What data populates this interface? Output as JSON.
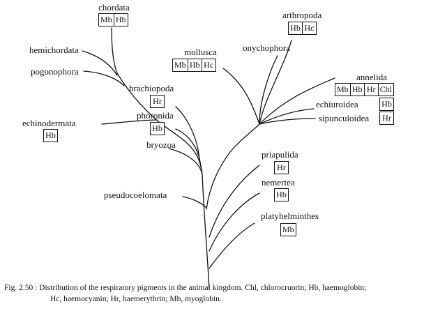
{
  "taxa": {
    "chordata": {
      "label": "chordata",
      "pigments": [
        "Mb",
        "Hb"
      ]
    },
    "hemichordata": {
      "label": "hemichordata",
      "pigments": []
    },
    "pogonophora": {
      "label": "pogonophora",
      "pigments": []
    },
    "echinodermata": {
      "label": "echinodermata",
      "pigments": [
        "Hb"
      ]
    },
    "brachiopoda": {
      "label": "brachiopoda",
      "pigments": [
        "Hr"
      ]
    },
    "phoronida": {
      "label": "phoronida",
      "pigments": [
        "Hb"
      ]
    },
    "bryozoa": {
      "label": "bryozoa",
      "pigments": []
    },
    "pseudocoelomata": {
      "label": "pseudocoelomata",
      "pigments": []
    },
    "mollusca": {
      "label": "mollusca",
      "pigments": [
        "Mb",
        "Hb",
        "Hc"
      ]
    },
    "onychophora": {
      "label": "onychophora",
      "pigments": []
    },
    "arthropoda": {
      "label": "arthropoda",
      "pigments": [
        "Hb",
        "Hc"
      ]
    },
    "annelida": {
      "label": "annelida",
      "pigments": [
        "Mb",
        "Hb",
        "Hr",
        "Chl"
      ]
    },
    "echiuroidea": {
      "label": "echiuroidea",
      "pigments": [
        "Hb"
      ]
    },
    "sipunculoidea": {
      "label": "sipunculoidea",
      "pigments": [
        "Hr"
      ]
    },
    "priapulida": {
      "label": "priapulida",
      "pigments": [
        "Hr"
      ]
    },
    "nemertea": {
      "label": "nemertea",
      "pigments": [
        "Hb"
      ]
    },
    "platyhelminthes": {
      "label": "platyhelminthes",
      "pigments": [
        "Mb"
      ]
    }
  },
  "caption": {
    "number": "Fig. 2.50 :",
    "text_line1": "Distribution of the respiratory pigments in the animal kingdom. Chl, chlorocruorin; Hb, haemoglobin;",
    "text_line2": "Hc, haemocyanin; Hr, haemerythrin; Mb, myoglobin."
  }
}
